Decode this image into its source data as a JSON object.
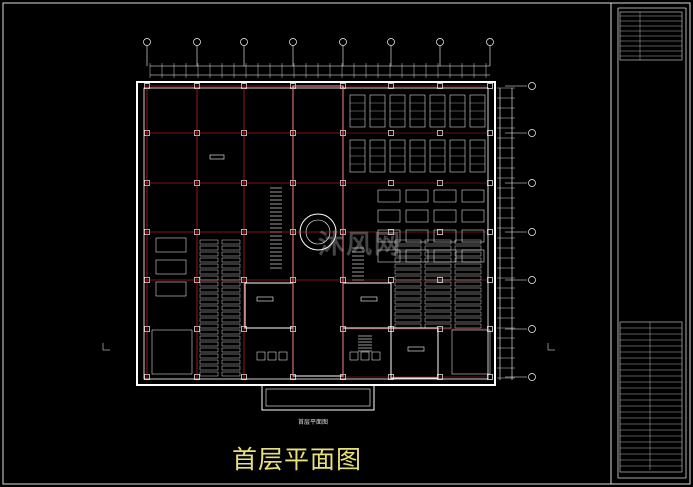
{
  "drawing": {
    "title": "首层平面图",
    "watermark": "沐风网",
    "scale_note": "首层平面图"
  },
  "colors": {
    "background": "#000000",
    "wall": "#ffffff",
    "axis_line": "#ff2a2a",
    "dimension": "#ffffff",
    "furniture": "#ffffff",
    "caption": "#e8e07a"
  },
  "grid": {
    "column_axes": 8,
    "row_axes": 7
  }
}
